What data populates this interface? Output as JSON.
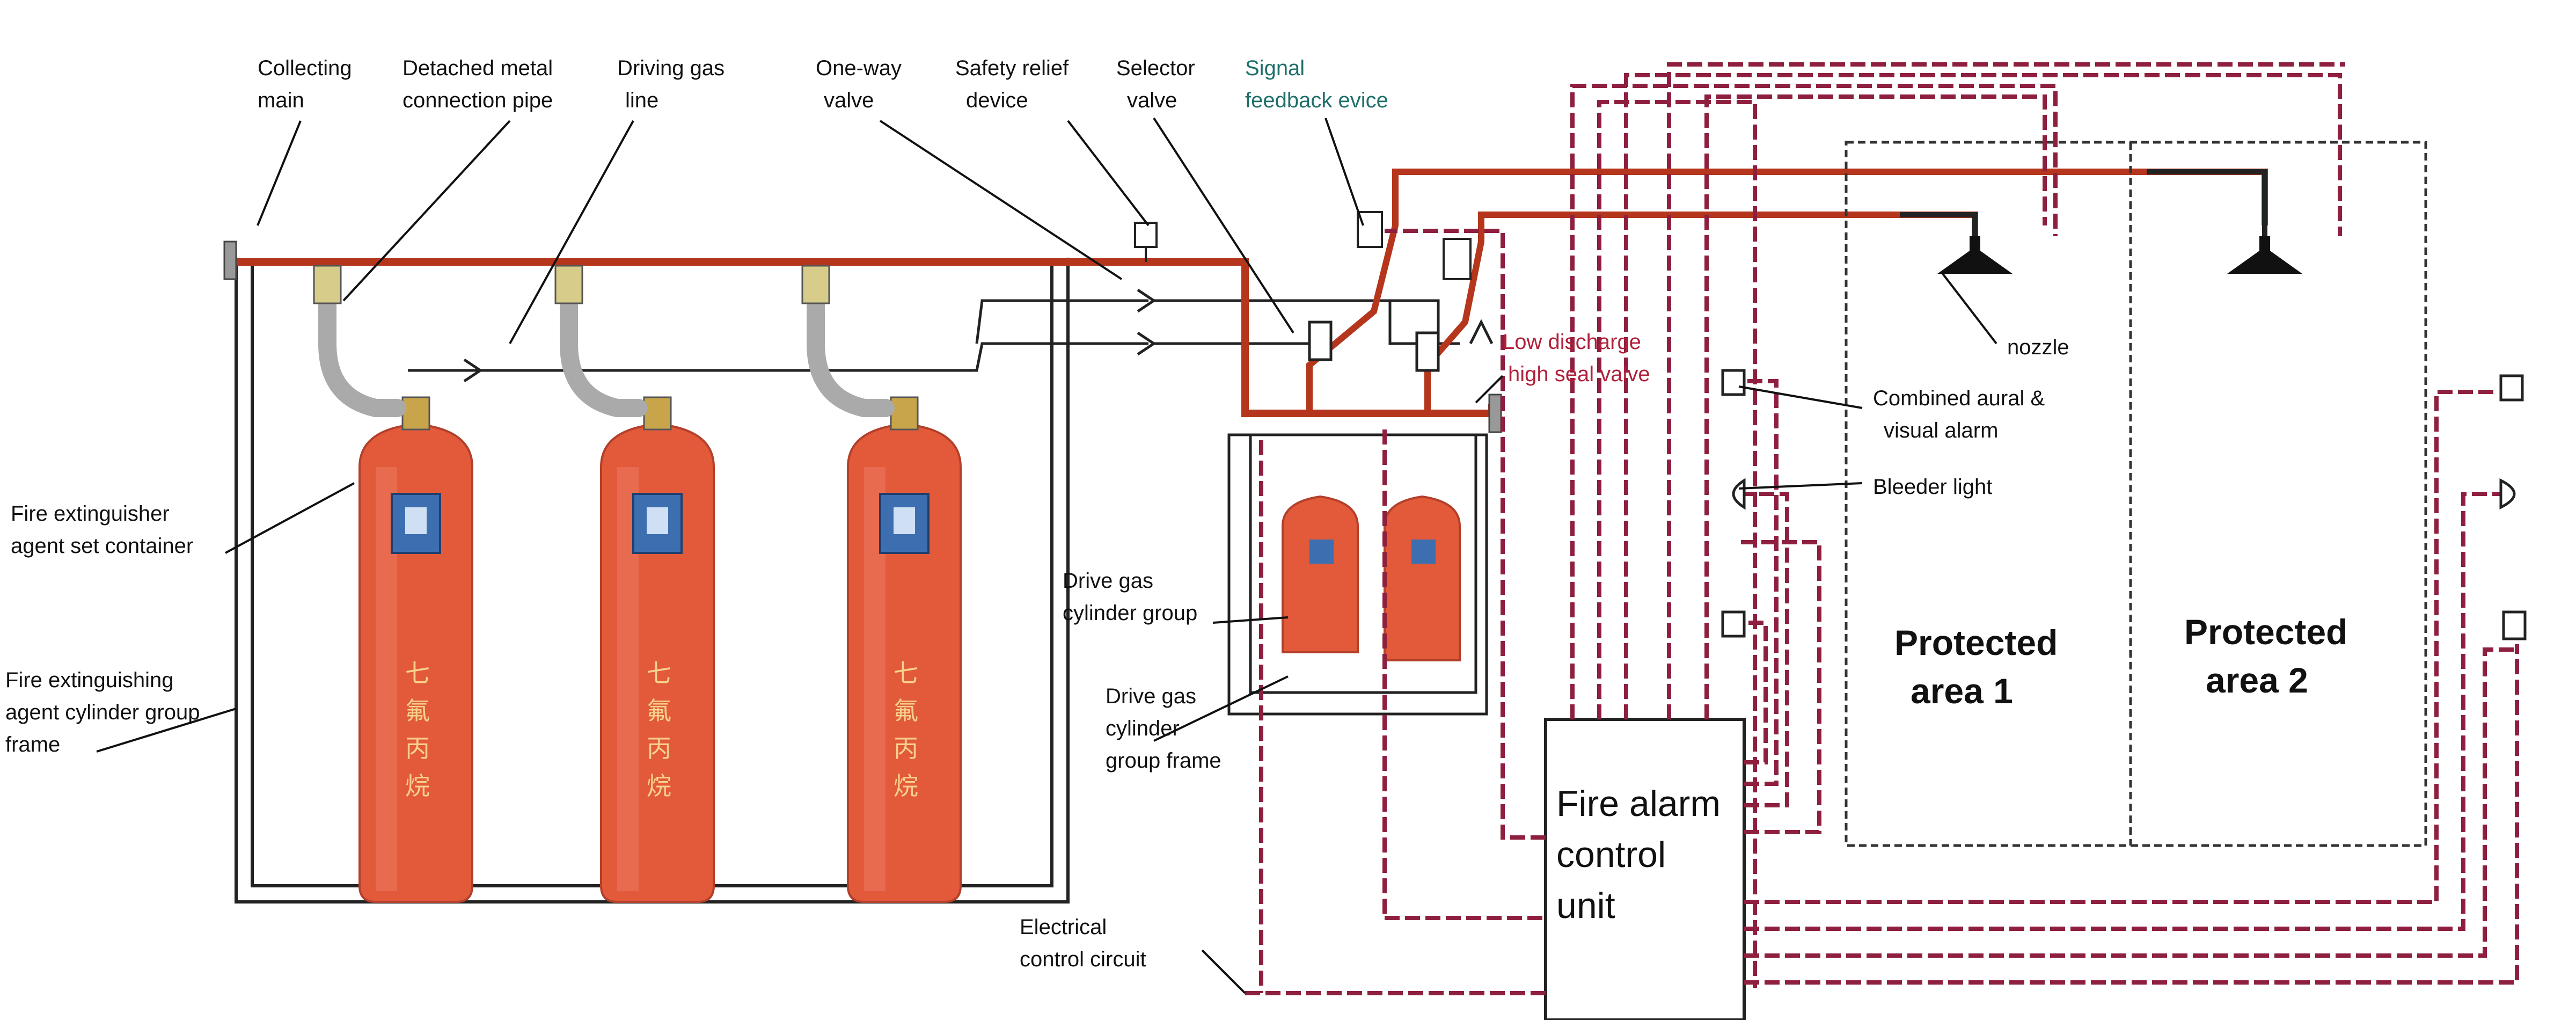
{
  "colors": {
    "pipe": "#b5361c",
    "cylinder": "#e25a3a",
    "cylinder_shade": "#c7442a",
    "electric": "#8e1f3e",
    "signal_text": "#1f6f6b",
    "valve_text": "#b0203a"
  },
  "labels": {
    "collecting_main": [
      "Collecting",
      "main"
    ],
    "detached_pipe": [
      "Detached metal",
      "connection pipe"
    ],
    "driving_gas_line": [
      "Driving gas",
      "line"
    ],
    "one_way_valve": [
      "One-way",
      "valve"
    ],
    "safety_relief": [
      "Safety relief",
      "device"
    ],
    "selector_valve": [
      "Selector",
      "valve"
    ],
    "signal_feedback": [
      "Signal",
      "feedback evice"
    ],
    "low_discharge": [
      "Low discharge",
      "high seal valve"
    ],
    "nozzle": "nozzle",
    "aural_visual_alarm": [
      "Combined aural &",
      "visual alarm"
    ],
    "bleeder_light": "Bleeder light",
    "agent_container": [
      "Fire extinguisher",
      "agent set container"
    ],
    "cylinder_frame": [
      "Fire extinguishing",
      "agent cylinder group",
      "frame"
    ],
    "drive_gas_group": [
      "Drive gas",
      "cylinder group"
    ],
    "drive_gas_frame": [
      "Drive gas",
      "cylinder",
      "group frame"
    ],
    "electrical_circuit": [
      "Electrical",
      "control circuit"
    ],
    "fire_alarm_unit": [
      "Fire alarm",
      "control",
      "unit"
    ],
    "protected_area_1": [
      "Protected",
      "area 1"
    ],
    "protected_area_2": [
      "Protected",
      "area 2"
    ]
  },
  "cylinder_text": [
    "七",
    "氟",
    "丙",
    "烷"
  ]
}
